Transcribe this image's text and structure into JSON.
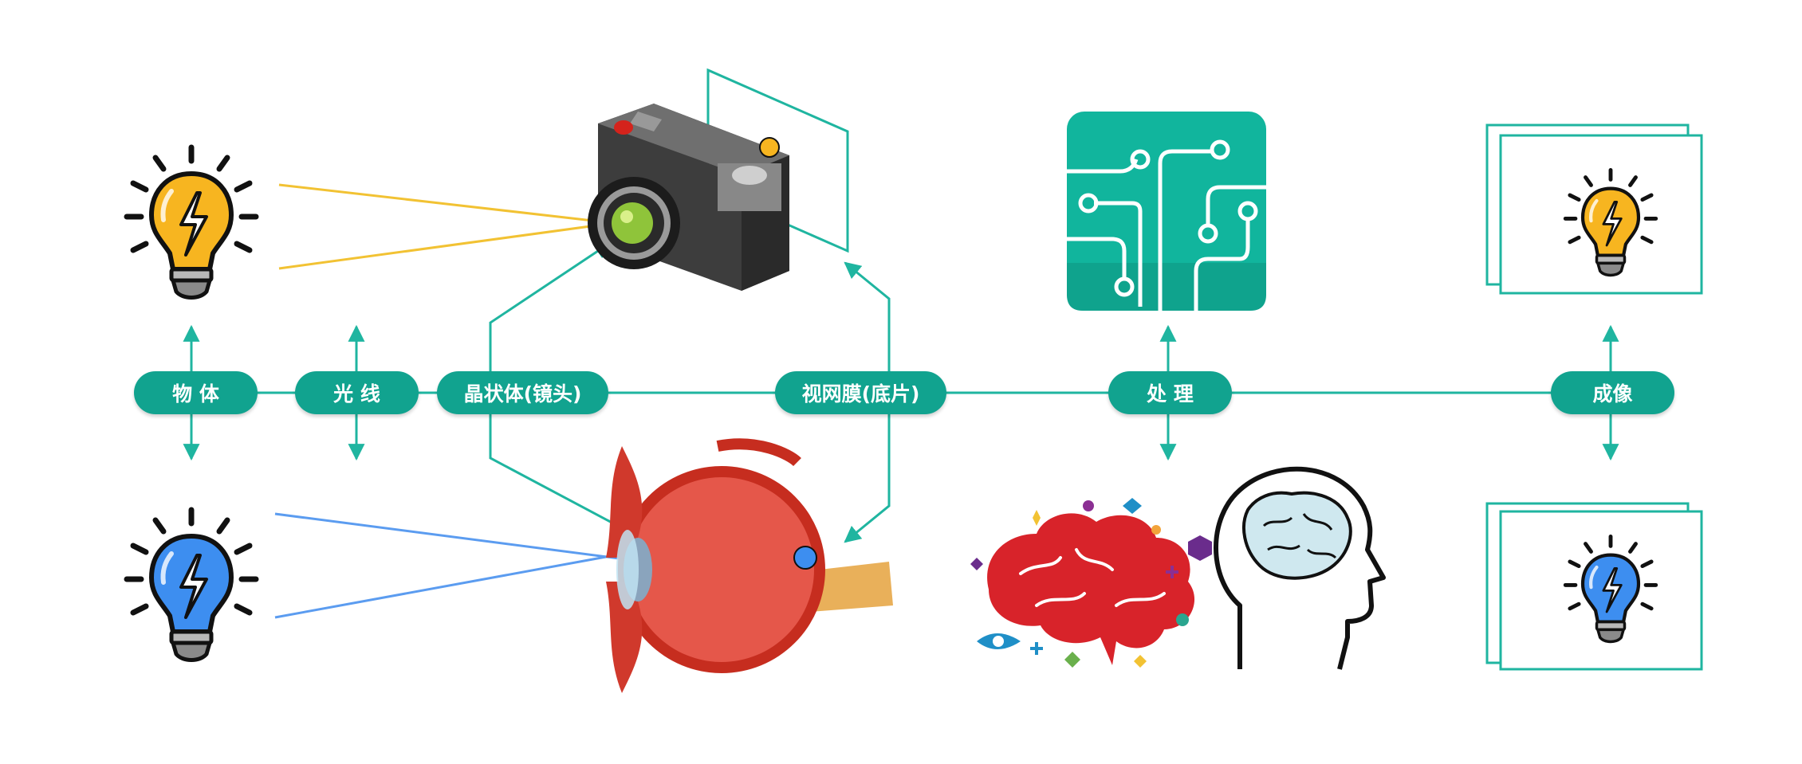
{
  "labels": {
    "object": "物 体",
    "light": "光 线",
    "lens": "晶状体(镜头)",
    "retina": "视网膜(底片)",
    "process": "处 理",
    "image": "成像"
  },
  "colors": {
    "accent": "#11a38f",
    "line_teal": "#1fb5a0",
    "bulb_yellow": "#f7b520",
    "bulb_blue": "#3d8ef0",
    "ray_yellow": "#f2c233",
    "ray_blue": "#5b9cf0"
  },
  "icons": [
    "lightbulb-icon",
    "camera-icon",
    "circuit-board-icon",
    "eye-anatomy-icon",
    "brain-icon",
    "head-brain-icon",
    "eye-icon"
  ]
}
